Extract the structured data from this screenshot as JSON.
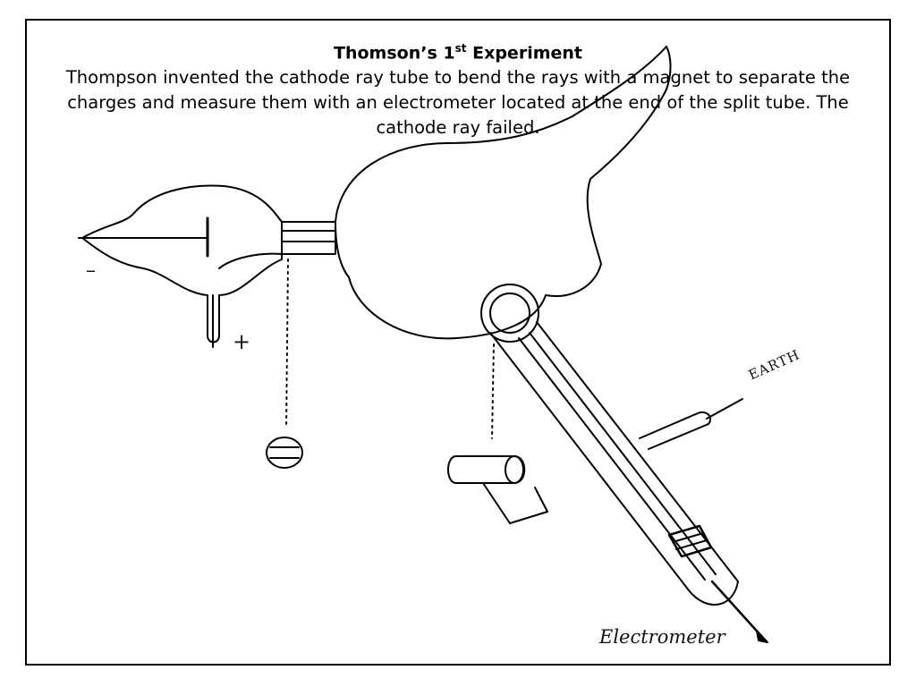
{
  "slide": {
    "title_pre": "Thomson’s 1",
    "title_sup": "st",
    "title_post": " Experiment",
    "body": "Thompson invented the cathode ray tube  to bend  the rays with a magnet to separate the charges and measure them with an electrometer located at the end of the split tube. The cathode ray failed."
  },
  "labels": {
    "cathode": "–",
    "anode": "+",
    "earth": "EARTH",
    "electrometer": "Electrometer"
  },
  "colors": {
    "ink": "#000000",
    "background": "#ffffff"
  }
}
